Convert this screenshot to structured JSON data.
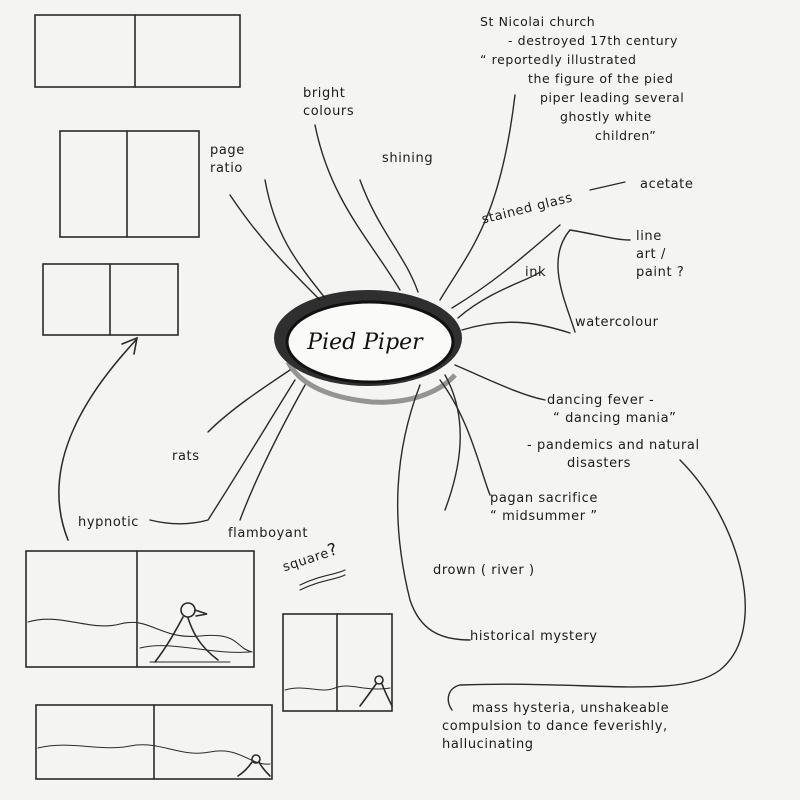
{
  "center": "Pied Piper",
  "labels": {
    "page_ratio": [
      "page",
      "ratio"
    ],
    "bright_colours": [
      "bright",
      "colours"
    ],
    "shining": "shining",
    "st_nicolai": [
      "St Nicolai church",
      "- destroyed 17th century",
      "“ reportedly illustrated",
      "the figure of the pied",
      "piper leading several",
      "ghostly white",
      "children”"
    ],
    "stained_glass": "stained glass",
    "acetate": "acetate",
    "line_art_paint": [
      "line",
      "art /",
      "paint ?"
    ],
    "ink": "ink",
    "watercolour": "watercolour",
    "dancing_fever": [
      "dancing fever -",
      "“ dancing mania”"
    ],
    "pandemics": [
      "- pandemics and natural",
      "disasters"
    ],
    "pagan_sacrifice": [
      "pagan sacrifice",
      "“ midsummer ”"
    ],
    "drown": "drown ( river )",
    "historical_mystery": "historical mystery",
    "mass_hysteria": [
      "mass hysteria, unshakeable",
      "compulsion to dance feverishly,",
      "hallucinating"
    ],
    "rats": "rats",
    "hypnotic": "hypnotic",
    "flamboyant": "flamboyant",
    "square": "square",
    "square_q": "?"
  }
}
